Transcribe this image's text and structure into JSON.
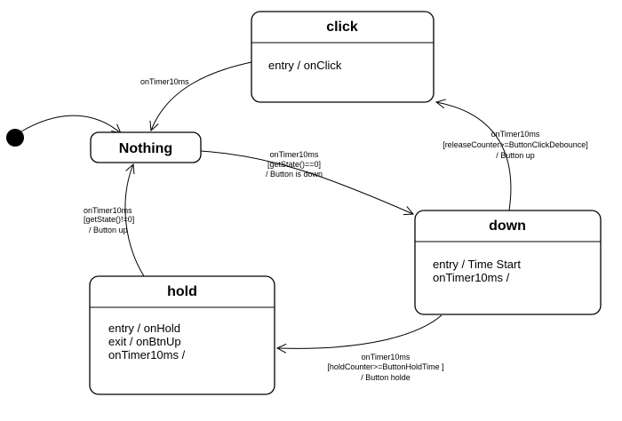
{
  "states": {
    "nothing": {
      "name": "Nothing"
    },
    "click": {
      "name": "click",
      "actions": [
        "entry / onClick"
      ]
    },
    "down": {
      "name": "down",
      "actions": [
        "entry / Time Start",
        "onTimer10ms /"
      ]
    },
    "hold": {
      "name": "hold",
      "actions": [
        "entry / onHold",
        "exit / onBtnUp",
        "onTimer10ms /"
      ]
    }
  },
  "transitions": {
    "click_to_nothing": [
      "onTimer10ms"
    ],
    "nothing_to_down": [
      "onTimer10ms",
      "[getState()==0]",
      "/ Button is down"
    ],
    "down_to_click": [
      "onTimer10ms",
      "[releaseCounter>=ButtonClickDebounce]",
      "/ Button up"
    ],
    "down_to_hold": [
      "onTimer10ms",
      "[holdCounter>=ButtonHoldTime ]",
      "/ Button holde"
    ],
    "hold_to_nothing": [
      "onTimer10ms",
      "[getState()!=0]",
      "/ Button up"
    ]
  }
}
